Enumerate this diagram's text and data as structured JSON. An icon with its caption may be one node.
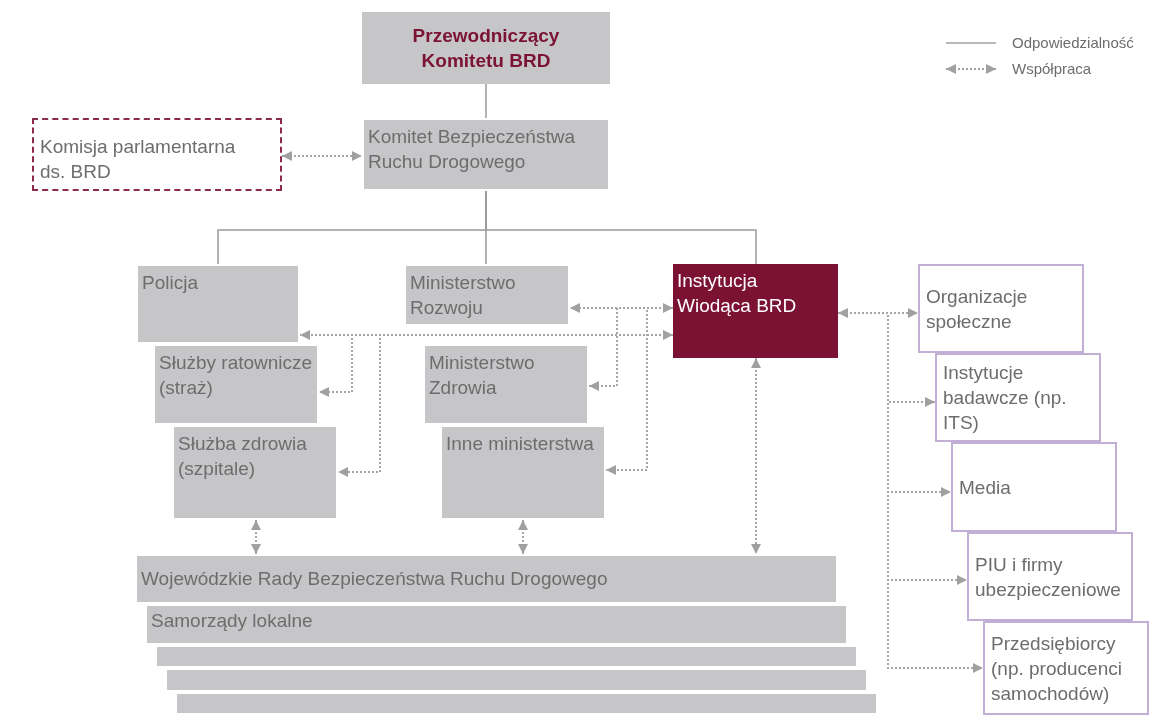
{
  "diagram": {
    "nodes": [
      {
        "text": [
          "Przewodniczący Komitetu BRD"
        ]
      },
      {
        "text": [
          "Komisja parlamentarna ds. BRD"
        ]
      },
      {
        "text": [
          "Komitet Bezpieczeństwa Ruchu Drogowego"
        ]
      },
      {
        "text": [
          "Policja"
        ]
      },
      {
        "text": [
          "Ministerstwo Rozwoju"
        ]
      },
      {
        "text": [
          "Instytucja Wiodąca BRD"
        ]
      },
      {
        "text": [
          "Służby ratownicze (straż)"
        ]
      },
      {
        "text": [
          "Ministerstwo Zdrowia"
        ]
      },
      {
        "text": [
          "Służba zdrowia (szpitale)"
        ]
      },
      {
        "text": [
          "Inne ministerstwa"
        ]
      },
      {
        "text": [
          "Wojewódzkie Rady Bezpieczeństwa Ruchu Drogowego"
        ]
      },
      {
        "text": [
          "Samorządy lokalne"
        ]
      },
      {
        "text": [],
        "shape": "bar"
      },
      {
        "text": [],
        "shape": "bar"
      },
      {
        "text": [],
        "shape": "bar"
      },
      {
        "text": [
          "Organizacje społeczne"
        ]
      },
      {
        "text": [
          "Instytucje badawcze (np. ITS)"
        ]
      },
      {
        "text": [
          "Media"
        ]
      },
      {
        "text": [
          "PIU i firmy ubezpieczeniowe"
        ]
      },
      {
        "text": [
          "Przedsiębiorcy (np. producenci samochodów)"
        ]
      }
    ],
    "edges": [
      {
        "from": 0,
        "to": 2,
        "arrow": "none"
      },
      {
        "from": 2,
        "to": 3,
        "arrow": "none"
      },
      {
        "from": 2,
        "to": 4,
        "arrow": "none"
      },
      {
        "from": 2,
        "to": 5,
        "arrow": "none"
      },
      {
        "from": 1,
        "to": 2,
        "arrow": "both",
        "style": "dashed"
      },
      {
        "from": 5,
        "to": 4,
        "arrow": "both",
        "style": "dashed"
      },
      {
        "from": 5,
        "to": 7,
        "arrow": "to",
        "style": "dashed"
      },
      {
        "from": 5,
        "to": 9,
        "arrow": "to",
        "style": "dashed"
      },
      {
        "from": 5,
        "to": 3,
        "arrow": "both",
        "style": "dashed"
      },
      {
        "from": 5,
        "to": 6,
        "arrow": "to",
        "style": "dashed"
      },
      {
        "from": 5,
        "to": 8,
        "arrow": "to",
        "style": "dashed"
      },
      {
        "from": 8,
        "to": 10,
        "arrow": "both",
        "style": "dashed"
      },
      {
        "from": 9,
        "to": 10,
        "arrow": "both",
        "style": "dashed"
      },
      {
        "from": 5,
        "to": 10,
        "arrow": "both",
        "style": "dashed"
      },
      {
        "from": 5,
        "to": 15,
        "arrow": "both",
        "style": "dashed"
      },
      {
        "from": 5,
        "to": 16,
        "arrow": "to",
        "style": "dashed"
      },
      {
        "from": 5,
        "to": 17,
        "arrow": "to",
        "style": "dashed"
      },
      {
        "from": 5,
        "to": 18,
        "arrow": "to",
        "style": "dashed"
      },
      {
        "from": 5,
        "to": 19,
        "arrow": "to",
        "style": "dashed"
      }
    ],
    "legend": [
      {
        "text": "Odpowiedzialność"
      },
      {
        "text": "Współpraca"
      }
    ]
  }
}
